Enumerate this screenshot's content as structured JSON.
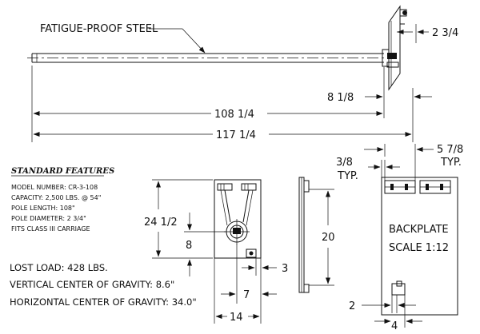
{
  "labels": {
    "material": "FATIGUE-PROOF STEEL",
    "dim_2_3_4_top": "2 3/4",
    "dim_8_1_8": "8 1/8",
    "dim_108_1_4": "108 1/4",
    "dim_117_1_4": "117 1/4",
    "dim_3_8": "3/8",
    "dim_typ_1": "TYP.",
    "dim_5_7_8": "5 7/8",
    "dim_typ_2": "TYP.",
    "dim_24_1_2": "24 1/2",
    "dim_8": "8",
    "dim_3": "3",
    "dim_7": "7",
    "dim_14": "14",
    "dim_20": "20",
    "dim_2": "2",
    "dim_4": "4",
    "backplate": "BACKPLATE",
    "scale": "SCALE 1:12"
  },
  "features": {
    "title": "STANDARD FEATURES",
    "model": "MODEL NUMBER: CR-3-108",
    "capacity": "CAPACITY: 2,500 LBS. @ 54\"",
    "pole_length": "POLE LENGTH: 108\"",
    "pole_diameter": "POLE DIAMETER: 2 3/4\"",
    "fits": "FITS CLASS III CARRIAGE"
  },
  "specs": {
    "lost_load": "LOST LOAD: 428 LBS.",
    "vertical_cog": "VERTICAL CENTER OF GRAVITY: 8.6\"",
    "horizontal_cog": "HORIZONTAL CENTER OF GRAVITY: 34.0\""
  }
}
